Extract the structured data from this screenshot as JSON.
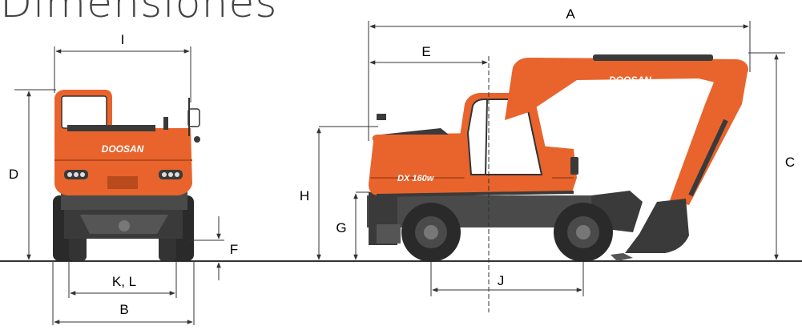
{
  "title": "Dimensiones",
  "colors": {
    "body": "#e8642c",
    "body_dark": "#b84a1c",
    "lines": "#333333",
    "dark": "#3a3a3a",
    "tire": "#2a2a2a",
    "window": "#ffffff"
  },
  "brand": "DOOSAN",
  "model": "DX 160w",
  "dimension_labels": {
    "A": "A",
    "B": "B",
    "C": "C",
    "D": "D",
    "E": "E",
    "F": "F",
    "G": "G",
    "H": "H",
    "I": "I",
    "J": "J",
    "KL": "K, L"
  }
}
